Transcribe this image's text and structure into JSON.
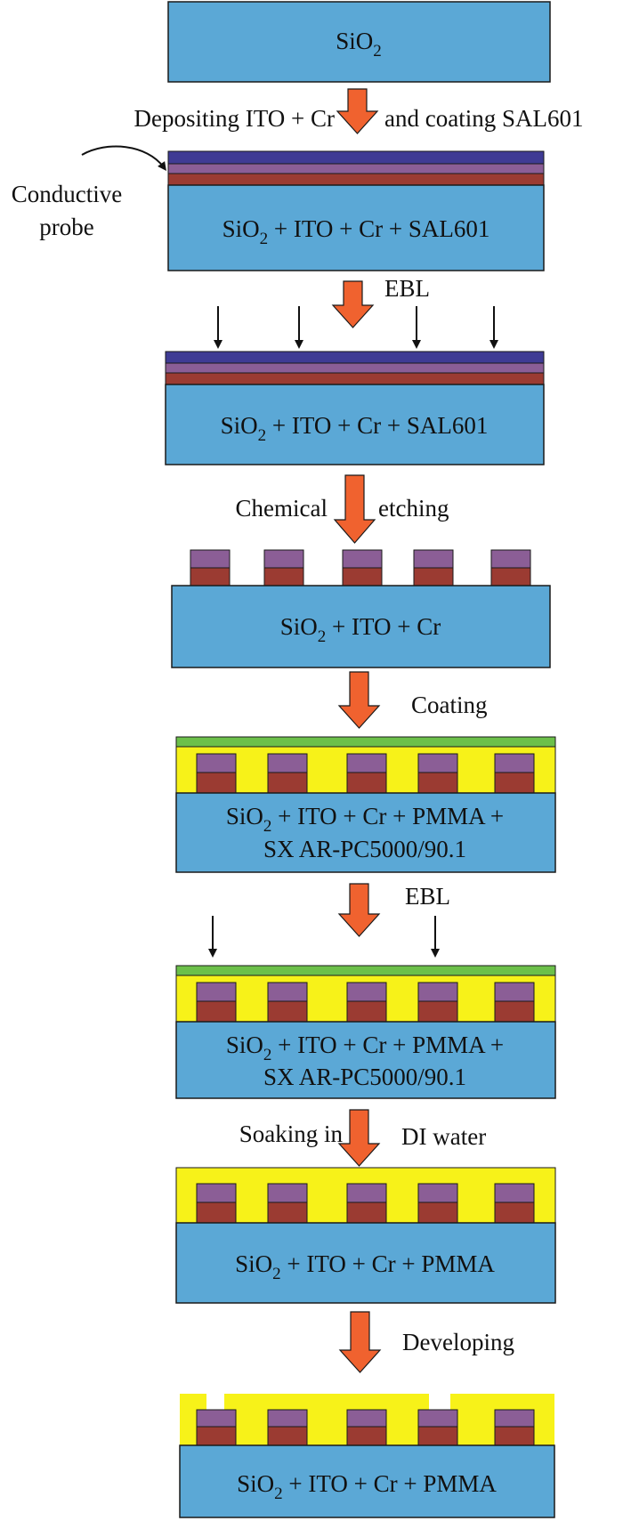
{
  "colors": {
    "substrate": "#5ba8d6",
    "ito": "#9b3b32",
    "cr": "#8b5e96",
    "sal601": "#3f3b94",
    "pmma": "#f7f219",
    "sx": "#6cc04a",
    "arrow": "#f0622f",
    "outline": "#1a1a1a"
  },
  "blocks": {
    "b1": {
      "main": "SiO",
      "sub": "2",
      "rest": ""
    },
    "b2": {
      "main": "SiO",
      "sub": "2",
      "rest": " + ITO + Cr + SAL601"
    },
    "b3": {
      "main": "SiO",
      "sub": "2",
      "rest": " + ITO + Cr + SAL601"
    },
    "b4": {
      "main": "SiO",
      "sub": "2",
      "rest": " + ITO + Cr"
    },
    "b5": {
      "main": "SiO",
      "sub": "2",
      "rest": " + ITO + Cr + PMMA +",
      "line2": "SX AR-PC5000/90.1"
    },
    "b6": {
      "main": "SiO",
      "sub": "2",
      "rest": " + ITO + Cr + PMMA +",
      "line2": "SX AR-PC5000/90.1"
    },
    "b7": {
      "main": "SiO",
      "sub": "2",
      "rest": " + ITO + Cr + PMMA"
    },
    "b8": {
      "main": "SiO",
      "sub": "2",
      "rest": " + ITO + Cr + PMMA"
    }
  },
  "steps": {
    "s1_left": "Depositing ITO + Cr",
    "s1_right": "and coating SAL601",
    "s2": "EBL",
    "s3_left": "Chemical",
    "s3_right": "etching",
    "s4": "Coating",
    "s5": "EBL",
    "s6_left": "Soaking in",
    "s6_right": "DI water",
    "s7": "Developing"
  },
  "probe": {
    "line1": "Conductive",
    "line2": "probe"
  }
}
